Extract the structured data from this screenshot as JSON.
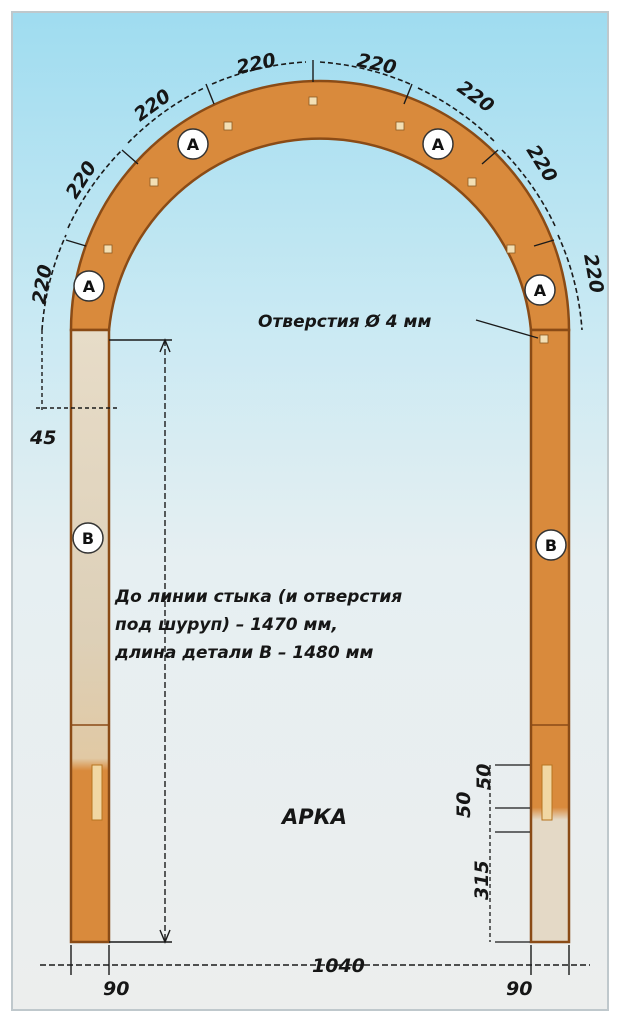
{
  "diagram": {
    "title": "АРКА",
    "hole_note": "Отверстия Ø 4 мм",
    "joint_note": [
      "До линии стыка (и отверстия",
      "под шуруп) – 1470 мм,",
      "длина детали B – 1480 мм"
    ],
    "segment_label": "220",
    "part_a": "A",
    "part_b": "B",
    "dim_width_total": "1040",
    "dim_post_width": "90",
    "dim_left_offset": "45",
    "dim_50": "50",
    "dim_315": "315"
  },
  "colors": {
    "background_sky": "#a7ddf0",
    "background_light": "#e4eef2",
    "wood": "#d98a3c",
    "wood_edge": "#8a4b16",
    "post_light": "#e8dcc7",
    "dimension_line": "#1a1a1a"
  }
}
